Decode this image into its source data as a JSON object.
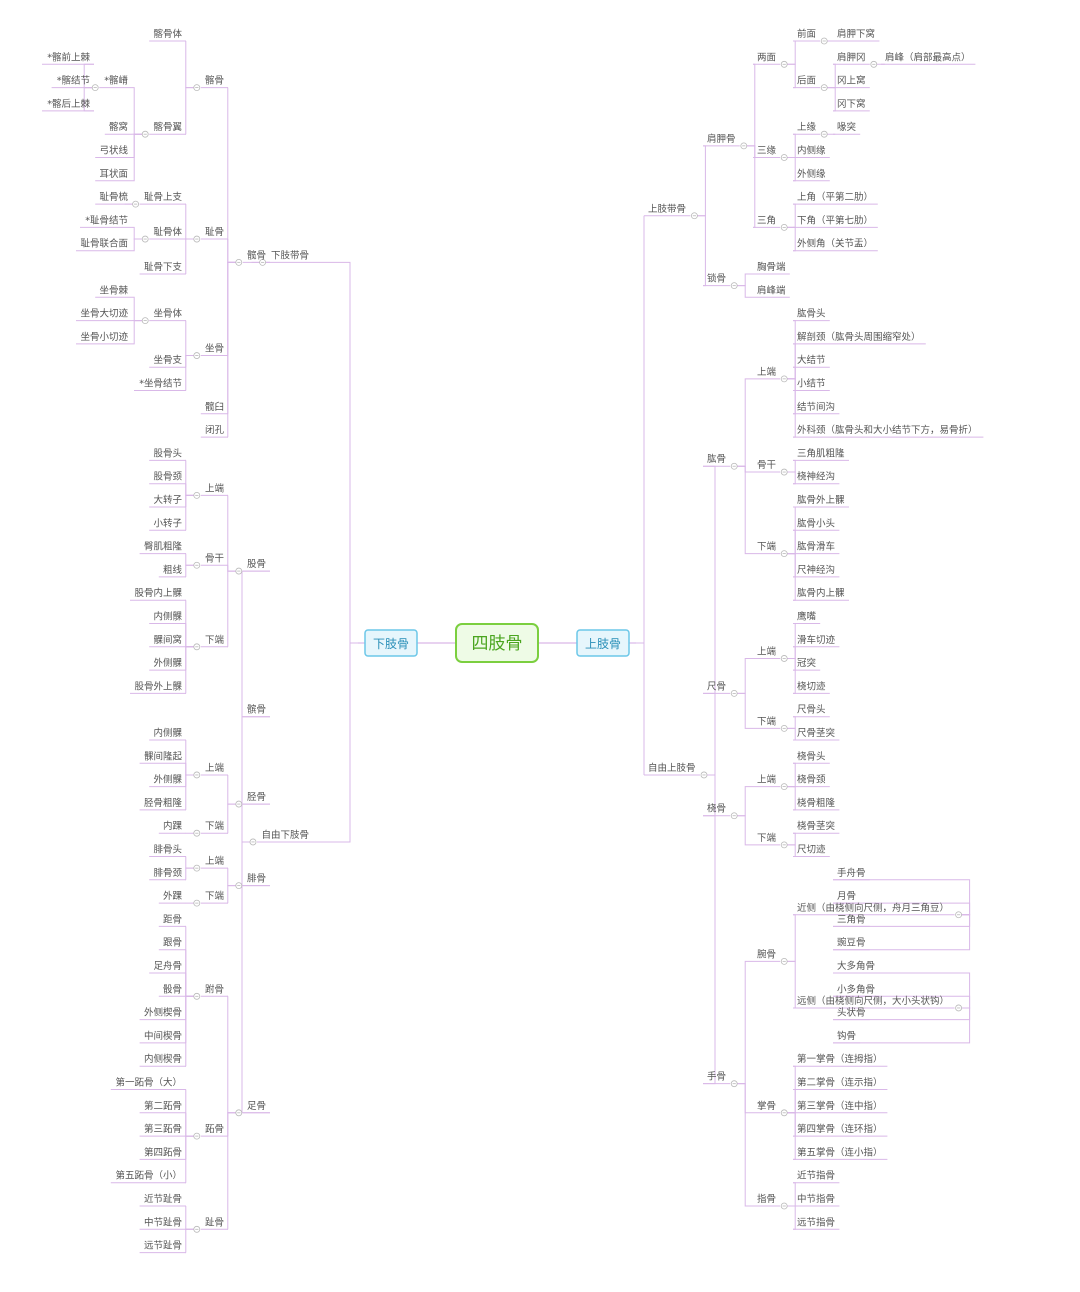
{
  "colors": {
    "branch": "#d9b8e8",
    "root_border": "#7bcf3f",
    "root_fill": "#eefbe6",
    "root_text": "#4aa51f",
    "main_border": "#6cc7e8",
    "main_fill": "#e6f6fc",
    "main_text": "#2a8fb8",
    "text": "#555555",
    "toggle": "#b9b9b9"
  },
  "root": {
    "label": "四肢骨"
  },
  "left": {
    "label": "下肢骨",
    "children": [
      {
        "label": "下肢带骨",
        "children": [
          {
            "label": "髋骨",
            "children": [
              {
                "label": "髂骨",
                "children": [
                  {
                    "label": "髂骨体"
                  },
                  {
                    "label": "髂骨翼",
                    "children": [
                      {
                        "label": "*髂嵴",
                        "children": [
                          {
                            "label": "*髂前上棘"
                          },
                          {
                            "label": "*髂结节"
                          },
                          {
                            "label": "*髂后上棘"
                          }
                        ]
                      },
                      {
                        "label": "髂窝"
                      },
                      {
                        "label": "弓状线"
                      },
                      {
                        "label": "耳状面"
                      }
                    ]
                  }
                ]
              },
              {
                "label": "耻骨",
                "children": [
                  {
                    "label": "耻骨上支",
                    "children": [
                      {
                        "label": "耻骨梳"
                      }
                    ]
                  },
                  {
                    "label": "耻骨体",
                    "children": [
                      {
                        "label": "*耻骨结节"
                      },
                      {
                        "label": "耻骨联合面"
                      }
                    ]
                  },
                  {
                    "label": "耻骨下支"
                  }
                ]
              },
              {
                "label": "坐骨",
                "children": [
                  {
                    "label": "坐骨体",
                    "children": [
                      {
                        "label": "坐骨棘"
                      },
                      {
                        "label": "坐骨大切迹"
                      },
                      {
                        "label": "坐骨小切迹"
                      }
                    ]
                  },
                  {
                    "label": "坐骨支"
                  },
                  {
                    "label": "*坐骨结节"
                  }
                ]
              },
              {
                "label": "髋臼"
              },
              {
                "label": "闭孔"
              }
            ]
          }
        ]
      },
      {
        "label": "自由下肢骨",
        "children": [
          {
            "label": "股骨",
            "children": [
              {
                "label": "上端",
                "children": [
                  {
                    "label": "股骨头"
                  },
                  {
                    "label": "股骨颈"
                  },
                  {
                    "label": "大转子"
                  },
                  {
                    "label": "小转子"
                  }
                ]
              },
              {
                "label": "骨干",
                "children": [
                  {
                    "label": "臀肌粗隆"
                  },
                  {
                    "label": "粗线"
                  }
                ]
              },
              {
                "label": "下端",
                "children": [
                  {
                    "label": "股骨内上髁"
                  },
                  {
                    "label": "内侧髁"
                  },
                  {
                    "label": "髁间窝"
                  },
                  {
                    "label": "外侧髁"
                  },
                  {
                    "label": "股骨外上髁"
                  }
                ]
              }
            ]
          },
          {
            "label": "髌骨"
          },
          {
            "label": "胫骨",
            "children": [
              {
                "label": "上端",
                "children": [
                  {
                    "label": "内侧髁"
                  },
                  {
                    "label": "髁间隆起"
                  },
                  {
                    "label": "外侧髁"
                  },
                  {
                    "label": "胫骨粗隆"
                  }
                ]
              },
              {
                "label": "下端",
                "children": [
                  {
                    "label": "内踝"
                  }
                ]
              }
            ]
          },
          {
            "label": "腓骨",
            "children": [
              {
                "label": "上端",
                "children": [
                  {
                    "label": "腓骨头"
                  },
                  {
                    "label": "腓骨颈"
                  }
                ]
              },
              {
                "label": "下端",
                "children": [
                  {
                    "label": "外踝"
                  }
                ]
              }
            ]
          },
          {
            "label": "足骨",
            "children": [
              {
                "label": "跗骨",
                "children": [
                  {
                    "label": "距骨"
                  },
                  {
                    "label": "跟骨"
                  },
                  {
                    "label": "足舟骨"
                  },
                  {
                    "label": "骰骨"
                  },
                  {
                    "label": "外侧楔骨"
                  },
                  {
                    "label": "中间楔骨"
                  },
                  {
                    "label": "内侧楔骨"
                  }
                ]
              },
              {
                "label": "跖骨",
                "children": [
                  {
                    "label": "第一跖骨（大）"
                  },
                  {
                    "label": "第二跖骨"
                  },
                  {
                    "label": "第三跖骨"
                  },
                  {
                    "label": "第四跖骨"
                  },
                  {
                    "label": "第五跖骨（小）"
                  }
                ]
              },
              {
                "label": "趾骨",
                "children": [
                  {
                    "label": "近节趾骨"
                  },
                  {
                    "label": "中节趾骨"
                  },
                  {
                    "label": "远节趾骨"
                  }
                ]
              }
            ]
          }
        ]
      }
    ]
  },
  "right": {
    "label": "上肢骨",
    "children": [
      {
        "label": "上肢带骨",
        "children": [
          {
            "label": "肩胛骨",
            "children": [
              {
                "label": "两面",
                "children": [
                  {
                    "label": "前面",
                    "children": [
                      {
                        "label": "肩胛下窝"
                      }
                    ]
                  },
                  {
                    "label": "后面",
                    "children": [
                      {
                        "label": "肩胛冈",
                        "children": [
                          {
                            "label": "肩峰（肩部最高点）"
                          }
                        ]
                      },
                      {
                        "label": "冈上窝"
                      },
                      {
                        "label": "冈下窝"
                      }
                    ]
                  }
                ]
              },
              {
                "label": "三缘",
                "children": [
                  {
                    "label": "上缘",
                    "children": [
                      {
                        "label": "喙突"
                      }
                    ]
                  },
                  {
                    "label": "内侧缘"
                  },
                  {
                    "label": "外侧缘"
                  }
                ]
              },
              {
                "label": "三角",
                "children": [
                  {
                    "label": "上角（平第二肋）"
                  },
                  {
                    "label": "下角（平第七肋）"
                  },
                  {
                    "label": "外侧角（关节盂）"
                  }
                ]
              }
            ]
          },
          {
            "label": "锁骨",
            "children": [
              {
                "label": "胸骨端"
              },
              {
                "label": "肩峰端"
              }
            ]
          }
        ]
      },
      {
        "label": "自由上肢骨",
        "children": [
          {
            "label": "肱骨",
            "children": [
              {
                "label": "上端",
                "children": [
                  {
                    "label": "肱骨头"
                  },
                  {
                    "label": "解剖颈（肱骨头周围缩窄处）"
                  },
                  {
                    "label": "大结节"
                  },
                  {
                    "label": "小结节"
                  },
                  {
                    "label": "结节间沟"
                  },
                  {
                    "label": "外科颈（肱骨头和大小结节下方，易骨折）"
                  }
                ]
              },
              {
                "label": "骨干",
                "children": [
                  {
                    "label": "三角肌粗隆"
                  },
                  {
                    "label": "桡神经沟"
                  }
                ]
              },
              {
                "label": "下端",
                "children": [
                  {
                    "label": "肱骨外上髁"
                  },
                  {
                    "label": "肱骨小头"
                  },
                  {
                    "label": "肱骨滑车"
                  },
                  {
                    "label": "尺神经沟"
                  },
                  {
                    "label": "肱骨内上髁"
                  }
                ]
              }
            ]
          },
          {
            "label": "尺骨",
            "children": [
              {
                "label": "上端",
                "children": [
                  {
                    "label": "鹰嘴"
                  },
                  {
                    "label": "滑车切迹"
                  },
                  {
                    "label": "冠突"
                  },
                  {
                    "label": "桡切迹"
                  }
                ]
              },
              {
                "label": "下端",
                "children": [
                  {
                    "label": "尺骨头"
                  },
                  {
                    "label": "尺骨茎突"
                  }
                ]
              }
            ]
          },
          {
            "label": "桡骨",
            "children": [
              {
                "label": "上端",
                "children": [
                  {
                    "label": "桡骨头"
                  },
                  {
                    "label": "桡骨颈"
                  },
                  {
                    "label": "桡骨粗隆"
                  }
                ]
              },
              {
                "label": "下端",
                "children": [
                  {
                    "label": "桡骨茎突"
                  },
                  {
                    "label": "尺切迹"
                  }
                ]
              }
            ]
          },
          {
            "label": "手骨",
            "children": [
              {
                "label": "腕骨",
                "children": [
                  {
                    "label": "近侧（由桡侧向尺侧，舟月三角豆）",
                    "children": [
                      {
                        "label": "手舟骨"
                      },
                      {
                        "label": "月骨"
                      },
                      {
                        "label": "三角骨"
                      },
                      {
                        "label": "豌豆骨"
                      }
                    ]
                  },
                  {
                    "label": "远侧（由桡侧向尺侧，大小头状钩）",
                    "children": [
                      {
                        "label": "大多角骨"
                      },
                      {
                        "label": "小多角骨"
                      },
                      {
                        "label": "头状骨"
                      },
                      {
                        "label": "钩骨"
                      }
                    ]
                  }
                ]
              },
              {
                "label": "掌骨",
                "children": [
                  {
                    "label": "第一掌骨（连拇指）"
                  },
                  {
                    "label": "第二掌骨（连示指）"
                  },
                  {
                    "label": "第三掌骨（连中指）"
                  },
                  {
                    "label": "第四掌骨（连环指）"
                  },
                  {
                    "label": "第五掌骨（连小指）"
                  }
                ]
              },
              {
                "label": "指骨",
                "children": [
                  {
                    "label": "近节指骨"
                  },
                  {
                    "label": "中节指骨"
                  },
                  {
                    "label": "远节指骨"
                  }
                ]
              }
            ]
          }
        ]
      }
    ]
  }
}
